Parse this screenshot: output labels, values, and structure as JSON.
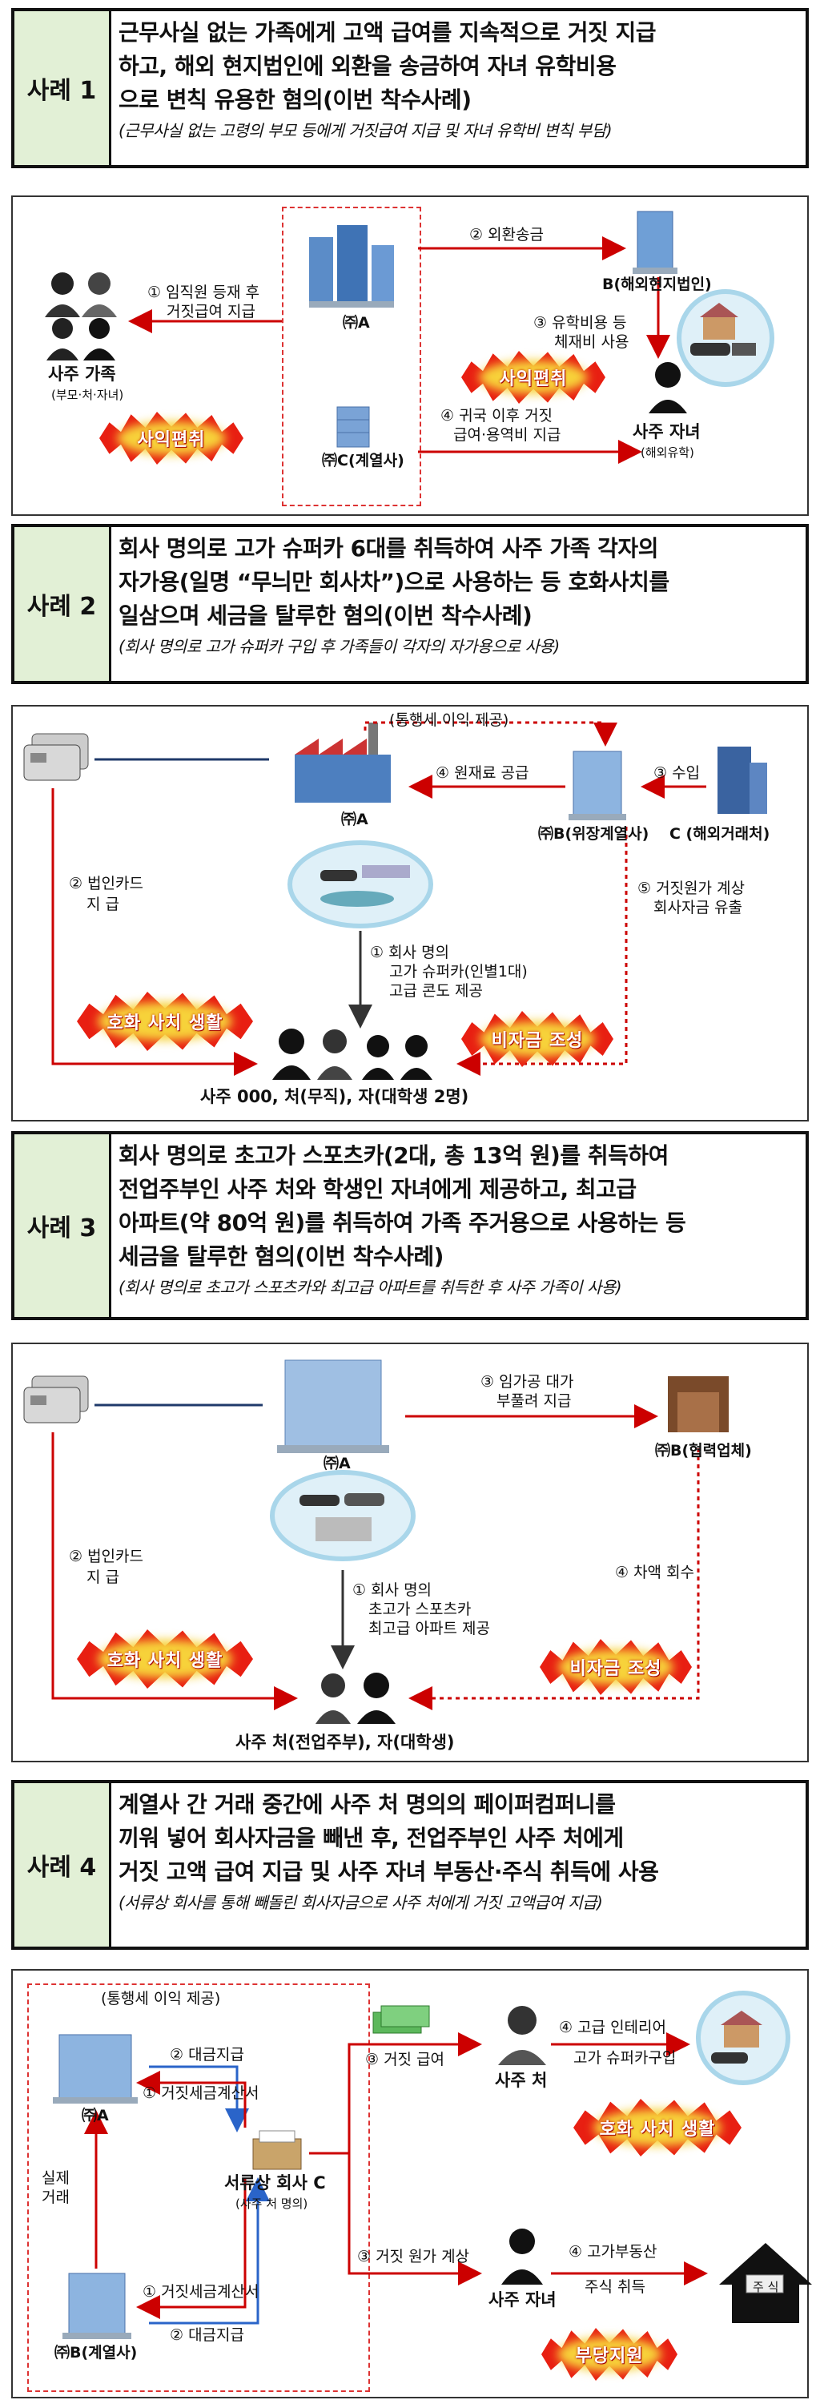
{
  "case1": {
    "label": "사례 1",
    "title_l1": "근무사실 없는 가족에게 고액 급여를 지속적으로 거짓 지급",
    "title_l2": "하고, 해외 현지법인에 외환을 송금하여 자녀 유학비용",
    "title_l3": "으로 변칙 유용한 혐의(이번 착수사례)",
    "sub": "(근무사실 없는 고령의 부모 등에게 거짓급여 지급 및 자녀 유학비 변칙 부담)",
    "diagram": {
      "company_a": "㈜A",
      "company_c": "㈜C(계열사)",
      "company_b": "B(해외현지법인)",
      "family": "사주 가족",
      "family_sub": "(부모·처·자녀)",
      "child": "사주 자녀",
      "child_sub": "(해외유학)",
      "arrow1_l1": "① 임직원 등재 후",
      "arrow1_l2": "거짓급여 지급",
      "arrow2": "② 외환송금",
      "arrow3_l1": "③ 유학비용 등",
      "arrow3_l2": "체재비 사용",
      "arrow4_l1": "④ 귀국 이후 거짓",
      "arrow4_l2": "급여·용역비 지급",
      "burst1": "사익편취",
      "burst2": "사익편취"
    }
  },
  "case2": {
    "label": "사례 2",
    "title_l1": "회사 명의로 고가 슈퍼카 6대를 취득하여 사주 가족 각자의",
    "title_l2": "자가용(일명 “무늬만 회사차”)으로 사용하는 등 호화사치를",
    "title_l3": "일삼으며 세금을 탈루한 혐의(이번 착수사례)",
    "sub": "(회사 명의로 고가 슈퍼카 구입 후 가족들이 각자의 자가용으로 사용)",
    "diagram": {
      "top_note": "(통행세 이익 제공)",
      "company_a": "㈜A",
      "company_b": "㈜B(위장계열사)",
      "company_c": "C (해외거래처)",
      "arrow_supply": "④ 원재료 공급",
      "arrow_import": "③ 수입",
      "arrow_card_l1": "② 법인카드",
      "arrow_card_l2": "지    급",
      "arrow_car_l1": "① 회사 명의",
      "arrow_car_l2": "고가 슈퍼카(인별1대)",
      "arrow_car_l3": "고급 콘도 제공",
      "arrow_fake_l1": "⑤ 거짓원가 계상",
      "arrow_fake_l2": "회사자금 유출",
      "burst_luxury": "호화 사치 생활",
      "burst_slush": "비자금 조성",
      "people": "사주 000, 처(무직), 자(대학생 2명)"
    }
  },
  "case3": {
    "label": "사례 3",
    "title_l1": "회사 명의로 초고가 스포츠카(2대, 총 13억 원)를 취득하여",
    "title_l2": "전업주부인 사주 처와 학생인 자녀에게 제공하고, 최고급",
    "title_l3": "아파트(약 80억 원)를 취득하여 가족 주거용으로 사용하는 등",
    "title_l4": "세금을 탈루한 혐의(이번 착수사례)",
    "sub": "(회사 명의로 초고가 스포츠카와 최고급 아파트를 취득한 후 사주 가족이 사용)",
    "diagram": {
      "company_a": "㈜A",
      "company_b": "㈜B(협력업체)",
      "arrow_process_l1": "③ 임가공 대가",
      "arrow_process_l2": "부풀려 지급",
      "arrow_card_l1": "② 법인카드",
      "arrow_card_l2": "지    급",
      "arrow_car_l1": "① 회사 명의",
      "arrow_car_l2": "초고가 스포츠카",
      "arrow_car_l3": "최고급 아파트 제공",
      "arrow_refund": "④ 차액 회수",
      "burst_luxury": "호화 사치 생활",
      "burst_slush": "비자금 조성",
      "people": "사주 처(전업주부), 자(대학생)"
    }
  },
  "case4": {
    "label": "사례 4",
    "title_l1": "계열사 간 거래 중간에 사주 처 명의의 페이퍼컴퍼니를",
    "title_l2": "끼워 넣어 회사자금을 빼낸 후, 전업주부인 사주 처에게",
    "title_l3": "거짓 고액 급여 지급 및 사주 자녀 부동산·주식 취득에 사용",
    "sub": "(서류상 회사를 통해 빼돌린 회사자금으로 사주 처에게 거짓 고액급여 지급)",
    "diagram": {
      "top_note": "(통행세 이익 제공)",
      "company_a": "㈜A",
      "company_b": "㈜B(계열사)",
      "paper_co": "서류상 회사 C",
      "paper_co_sub": "(사주 처 명의)",
      "pay1": "② 대금지급",
      "invoice1": "① 거짓세금계산서",
      "invoice2": "① 거짓세금계산서",
      "pay2": "② 대금지급",
      "real_trade_l1": "실제",
      "real_trade_l2": "거래",
      "fake_salary": "③ 거짓 급여",
      "fake_cost": "③ 거짓 원가 계상",
      "wife": "사주 처",
      "child": "사주 자녀",
      "luxury_l1": "④ 고급 인테리어",
      "luxury_l2": "고가 슈퍼카구입",
      "estate_l1": "④ 고가부동산",
      "estate_l2": "주식 취득",
      "burst_luxury": "호화 사치 생활",
      "burst_support": "부당지원",
      "stock_label": "주 식"
    }
  }
}
